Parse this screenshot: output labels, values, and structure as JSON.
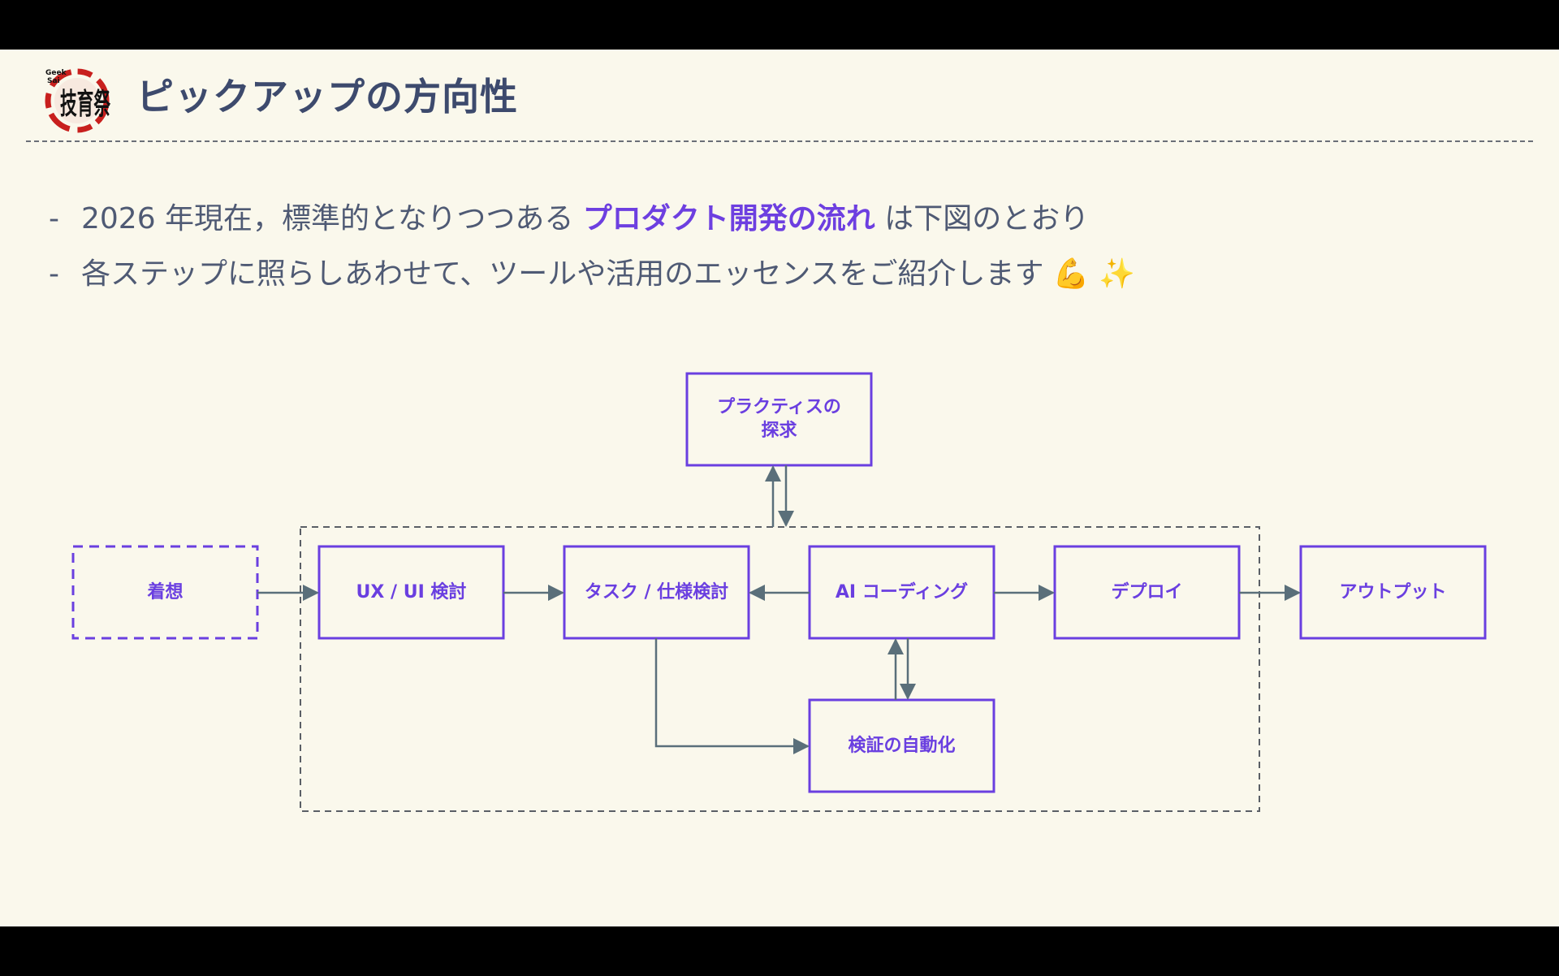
{
  "slide": {
    "title": "ピックアップの方向性",
    "logo": {
      "text": "技育祭",
      "subtext": "Geek Sai"
    },
    "bullets": [
      {
        "dash": "-",
        "prefix": "2026 年現在，標準的となりつつある ",
        "highlight": "プロダクト開発の流れ",
        "suffix": " は下図のとおり"
      },
      {
        "dash": "-",
        "prefix": "各ステップに照らしあわせて、ツールや活用のエッセンスをご紹介します 💪 ✨",
        "highlight": "",
        "suffix": ""
      }
    ]
  },
  "diagram": {
    "colors": {
      "node_border": "#6a3fe0",
      "node_text": "#6a3fe0",
      "arrow": "#5a6f7a",
      "group_border": "#5a5f66"
    },
    "nodes": {
      "ideation": "着想",
      "ux_ui": "UX / UI 検討",
      "task_spec": "タスク / 仕様検討",
      "ai_coding": "AI コーディング",
      "deploy": "デプロイ",
      "output": "アウトプット",
      "practice_line1": "プラクティスの",
      "practice_line2": "探求",
      "verification": "検証の自動化"
    }
  }
}
